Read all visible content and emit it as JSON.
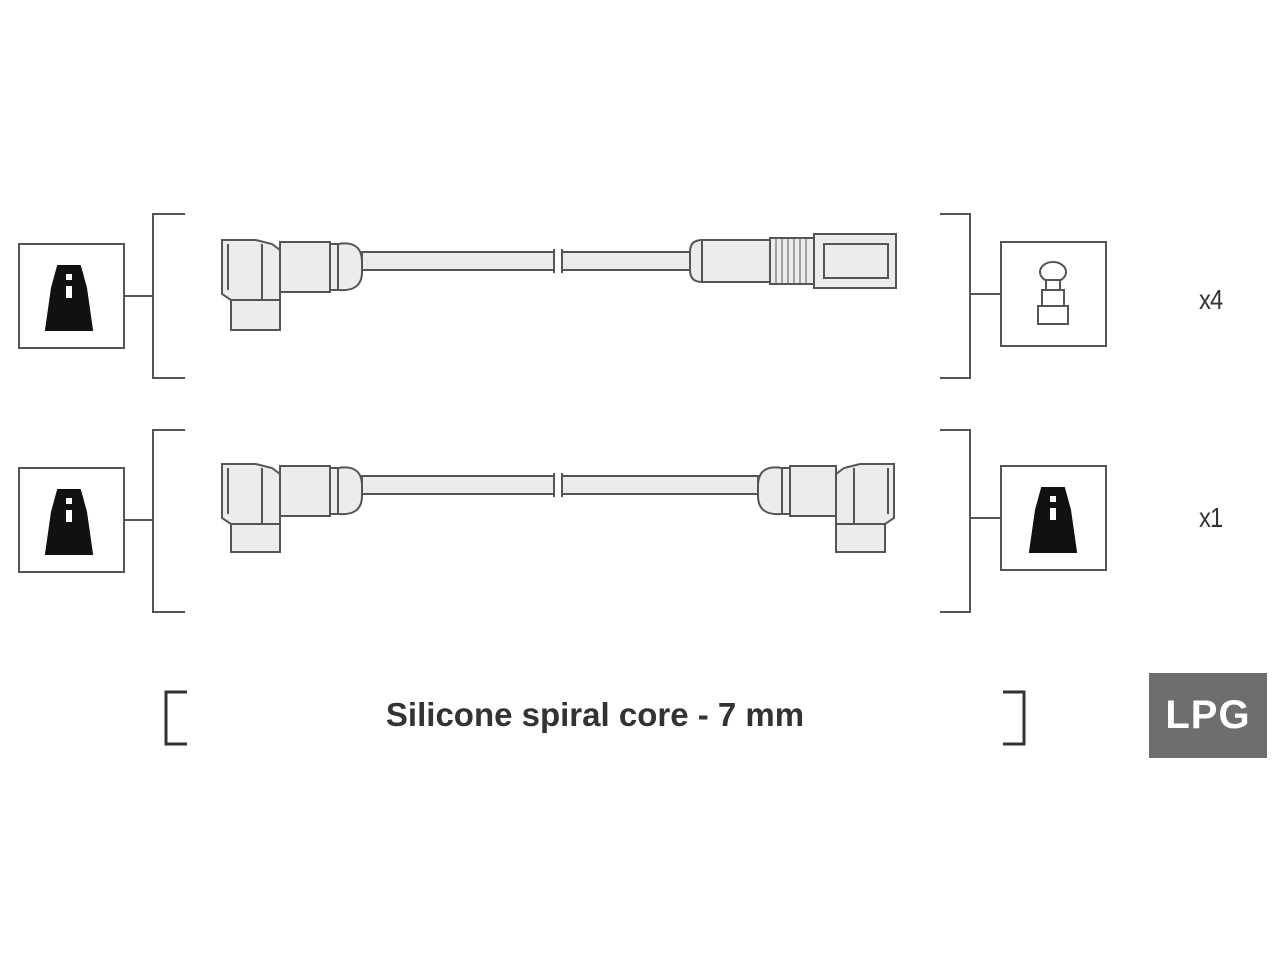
{
  "rows": [
    {
      "quantity": "x4",
      "left_terminal": "coil-terminal-boot",
      "right_terminal": "spark-plug-connector-straight"
    },
    {
      "quantity": "x1",
      "left_terminal": "coil-terminal-boot",
      "right_terminal": "coil-terminal-boot"
    }
  ],
  "spec": {
    "text": "Silicone spiral core - 7 mm"
  },
  "badge": {
    "label": "LPG",
    "color": "#6e6e6e"
  },
  "colors": {
    "line": "#555555",
    "cable_fill": "#e9e9e9",
    "boot_black": "#111111"
  }
}
